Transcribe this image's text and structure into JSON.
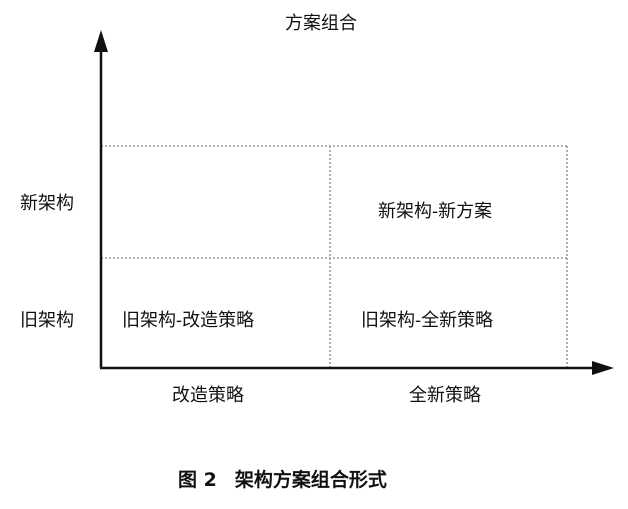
{
  "title": "方案组合",
  "y_labels": [
    "新架构",
    "旧架构"
  ],
  "x_labels": [
    "改造策略",
    "全新策略"
  ],
  "cells": {
    "top_left": "",
    "top_right": "新架构-新方案",
    "bottom_left": "旧架构-改造策略",
    "bottom_right": "旧架构-全新策略"
  },
  "caption": {
    "figure": "图 2",
    "text": "架构方案组合形式"
  }
}
